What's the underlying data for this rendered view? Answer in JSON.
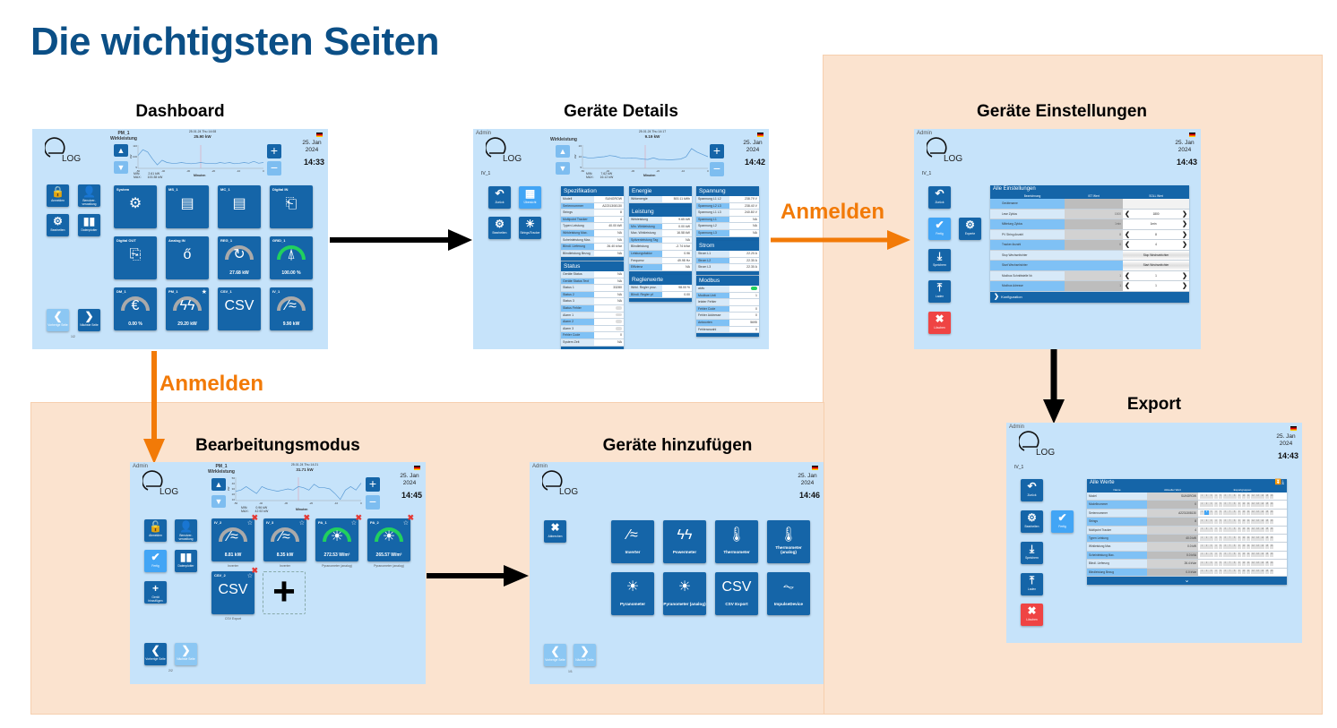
{
  "page_title": "Die wichtigsten Seiten",
  "flow": {
    "anmelden_right": "Anmelden",
    "anmelden_down": "Anmelden"
  },
  "colors": {
    "title": "#0b4f86",
    "accent_orange": "#f27a07",
    "screen_bg": "#c6e3fa",
    "tile_blue": "#1565a8",
    "zone_bg": "#fbe3cf"
  },
  "dashboard": {
    "label": "Dashboard",
    "chart_title_1": "PM_1",
    "chart_title_2": "Wirkleistung",
    "chart_cursor": "25.01.24 Thu 14:08",
    "chart_value": "25.90 kW",
    "chart_ylabel": "kW",
    "chart_xlabel": "Minuten",
    "yticks": [
      "110",
      "100",
      "5"
    ],
    "xticks": [
      "-50",
      "-40",
      "-30",
      "-20",
      "-10",
      "0"
    ],
    "min_label": "MIN:",
    "max_label": "MAX:",
    "min_value": "2.61 kW",
    "max_value": "100.38 kW",
    "date": "25. Jan",
    "year": "2024",
    "time": "14:33",
    "side": [
      {
        "icon": "lock-icon",
        "label": "Anmelden"
      },
      {
        "icon": "user-icon",
        "label": "Benutzer-verwaltung"
      },
      {
        "icon": "gear-icon",
        "label": "Bearbeiten"
      },
      {
        "icon": "bar-chart-icon",
        "label": "Datenplotter"
      }
    ],
    "prev_label": "Vorherige Seite",
    "next_label": "Nächste Seite",
    "page": "1/2",
    "tiles": [
      {
        "name": "System",
        "icon": "gears-icon",
        "value": ""
      },
      {
        "name": "MS_1",
        "icon": "server-icon",
        "value": ""
      },
      {
        "name": "MC_1",
        "icon": "server-icon",
        "value": ""
      },
      {
        "name": "Digital IN",
        "icon": "digital-in-icon",
        "value": ""
      },
      {
        "name": "Digital OUT",
        "icon": "digital-out-icon",
        "value": ""
      },
      {
        "name": "Analog IN",
        "icon": "analog-in-icon",
        "value": ""
      },
      {
        "name": "REG_1",
        "icon": "regulator-icon",
        "value": "27.68 kW"
      },
      {
        "name": "GRID_1",
        "icon": "grid-tower-icon",
        "value": "100.00 %"
      },
      {
        "name": "DM_1",
        "icon": "euro-hand-icon",
        "value": "0.00 %"
      },
      {
        "name": "PM_1",
        "icon": "powermeter-icon",
        "value": "29.20 kW"
      },
      {
        "name": "CSV_1",
        "icon": "csv-icon",
        "value": ""
      },
      {
        "name": "IV_1",
        "icon": "inverter-icon",
        "value": "9.90 kW"
      }
    ]
  },
  "details": {
    "label": "Geräte Details",
    "admin": "Admin",
    "device": "IV_1",
    "chart_title": "Wirkleistung",
    "chart_cursor": "25.01.24 Thu 14:17",
    "chart_value": "9.19 kW",
    "chart_ylabel": "kW",
    "chart_xlabel": "Minuten",
    "yticks": [
      "20",
      "10",
      "5"
    ],
    "xticks": [
      "-50",
      "-40",
      "-30",
      "-20",
      "-10",
      "0"
    ],
    "min_label": "MIN:",
    "max_label": "MAX:",
    "min_value": "7.62 kW",
    "max_value": "16.12 kW",
    "date": "25. Jan",
    "year": "2024",
    "time": "14:42",
    "side": [
      {
        "icon": "back-icon",
        "label": "Zurück"
      },
      {
        "icon": "grid-icon",
        "label": "Übersicht"
      },
      {
        "icon": "gear-icon",
        "label": "Bearbeiten"
      },
      {
        "icon": "sun-strings-icon",
        "label": "Strings/Tracker"
      }
    ],
    "panels": [
      {
        "title": "Spezifikation",
        "rows": [
          [
            "Modell",
            "SUNGROW"
          ],
          [
            "Seriennummer",
            "A2231308130"
          ],
          [
            "Strings",
            "8"
          ],
          [
            "Multipoint Tracker",
            "4"
          ],
          [
            "Typen Leistung",
            "40.00 kW"
          ],
          [
            "Wirkleistung Max.",
            "NA"
          ],
          [
            "Scheinleistung Max.",
            "NA"
          ],
          [
            "Blindl. Lieferung",
            "26.40 kVar"
          ],
          [
            "Blindleistung Bezug",
            "NA"
          ]
        ]
      },
      {
        "title": "Status",
        "rows": [
          [
            "Geräte Status",
            "NA"
          ],
          [
            "Geräte Status Text",
            "NA"
          ],
          [
            "Status 1",
            "33280"
          ],
          [
            "Status 2",
            "NA"
          ],
          [
            "Status 3",
            "NA"
          ],
          [
            "Status Fehler",
            "toggle"
          ],
          [
            "Alarm 1",
            "toggle"
          ],
          [
            "Alarm 2",
            "toggle"
          ],
          [
            "Alarm 3",
            "toggle"
          ],
          [
            "Fehler Code",
            "0"
          ],
          [
            "System Zeit",
            "NA"
          ]
        ]
      },
      {
        "title": "Energie",
        "rows": [
          [
            "Wirkenergie",
            "500.11 kWh"
          ]
        ]
      },
      {
        "title": "Leistung",
        "rows": [
          [
            "Wirkleistung",
            "9.65 kW"
          ],
          [
            "Min. Wirkleistung",
            "0.00 kW"
          ],
          [
            "Max. Wirkleistung",
            "16.58 kW"
          ],
          [
            "Spitzenleistung Tag",
            "NA"
          ],
          [
            "Blindleistung",
            "-2.74 kVar"
          ],
          [
            "Leistungsfaktor",
            "0.96"
          ],
          [
            "Frequenz",
            "49.98 Hz"
          ],
          [
            "Effizienz",
            "NA"
          ]
        ]
      },
      {
        "title": "Reglerwerte",
        "rows": [
          [
            "Wirkl. Regler proz.",
            "98.00 %"
          ],
          [
            "Blindl. Regler pf",
            "0.00"
          ]
        ]
      },
      {
        "title": "Spannung",
        "rows": [
          [
            "Spannung L1 L2",
            "238.79 V"
          ],
          [
            "Spannung L2 L3",
            "238.40 V"
          ],
          [
            "Spannung L1 L3",
            "240.80 V"
          ],
          [
            "Spannung L1",
            "NA"
          ],
          [
            "Spannung L2",
            "NA"
          ],
          [
            "Spannung L3",
            "NA"
          ]
        ]
      },
      {
        "title": "Strom",
        "rows": [
          [
            "Strom L1",
            "22.20 A"
          ],
          [
            "Strom L2",
            "22.30 A"
          ],
          [
            "Strom L3",
            "22.30 A"
          ]
        ]
      },
      {
        "title": "Modbus",
        "rows": [
          [
            "aktiv",
            "toggle-on"
          ],
          [
            "Modbus Unit",
            "1"
          ],
          [
            "letzter Fehler",
            ""
          ],
          [
            "Fehler Code",
            "0"
          ],
          [
            "Fehler Addresse",
            "0"
          ],
          [
            "Antworten",
            "5695"
          ],
          [
            "Fehleranzahl",
            "0"
          ]
        ]
      }
    ]
  },
  "settings": {
    "label": "Geräte Einstellungen",
    "admin": "Admin",
    "device": "IV_1",
    "date": "25. Jan",
    "year": "2024",
    "time": "14:43",
    "side": [
      {
        "icon": "back-icon",
        "label": "Zurück"
      },
      {
        "icon": "check-icon",
        "label": "Fertig"
      },
      {
        "icon": "gear-icon",
        "label": "Experte"
      },
      {
        "icon": "download-icon",
        "label": "Speichern"
      },
      {
        "icon": "upload-icon",
        "label": "Laden"
      },
      {
        "icon": "close-icon",
        "label": "Löschen"
      }
    ],
    "table_title": "Alle Einstellungen",
    "col_name": "Bezeichnung",
    "col_ist": "IST Wert",
    "col_soll": "SOLL Wert",
    "rows": [
      {
        "name": "Gerätename",
        "ist": "",
        "soll": "",
        "type": "text"
      },
      {
        "name": "Lese Zyklus",
        "ist": "1500",
        "soll": "1800",
        "type": "stepper"
      },
      {
        "name": "Mittelung Zyklus",
        "ist": "1min",
        "soll": "1min",
        "type": "next"
      },
      {
        "name": "PV String Anzahl",
        "ist": "8",
        "soll": "8",
        "type": "stepper"
      },
      {
        "name": "Tracker Anzahl",
        "ist": "6",
        "soll": "4",
        "type": "stepper"
      },
      {
        "name": "Stop Wechselrichter",
        "ist": "",
        "soll": "Stop Wechselrichter",
        "type": "button"
      },
      {
        "name": "Start Wechselrichter",
        "ist": "",
        "soll": "Start Wechselrichter",
        "type": "button"
      },
      {
        "name": "Modbus Schnittstelle Nr.",
        "ist": "1",
        "soll": "1",
        "type": "stepper"
      },
      {
        "name": "Modbus Adresse",
        "ist": "1",
        "soll": "1",
        "type": "stepper"
      }
    ],
    "footer": "Konfiguration"
  },
  "edit": {
    "label": "Bearbeitungsmodus",
    "admin": "Admin",
    "chart_title_1": "PM_1",
    "chart_title_2": "Wirkleistung",
    "chart_cursor": "25.01.24 Thu 14:21",
    "chart_value": "31.71 kW",
    "chart_ylabel": "kW",
    "chart_xlabel": "Minuten",
    "yticks": [
      "50",
      "40",
      "30",
      "20",
      "10"
    ],
    "xticks": [
      "-50",
      "-40",
      "-30",
      "-20",
      "-10",
      "0"
    ],
    "min_label": "MIN:",
    "max_label": "MAX:",
    "min_value": "0.96 kW",
    "max_value": "42.92 kW",
    "date": "25. Jan",
    "year": "2024",
    "time": "14:45",
    "side": [
      {
        "icon": "unlock-icon",
        "label": "Abmelden"
      },
      {
        "icon": "user-icon",
        "label": "Benutzer-verwaltung"
      },
      {
        "icon": "check-icon",
        "label": "Fertig"
      },
      {
        "icon": "bar-chart-icon",
        "label": "Datenplotter"
      },
      {
        "icon": "plus-icon",
        "label": "Gerät hinzufügen"
      }
    ],
    "prev_label": "Vorherige Seite",
    "next_label": "Nächste Seite",
    "page": "2/2",
    "tiles": [
      {
        "name": "IV_2",
        "value": "8.81 kW",
        "caption": "Inverter",
        "icon": "inverter-icon"
      },
      {
        "name": "IV_3",
        "value": "8.35 kW",
        "caption": "Inverter",
        "icon": "inverter-icon"
      },
      {
        "name": "PA_1",
        "value": "272.53 W/m²",
        "caption": "Pyranometer (analog)",
        "icon": "sun-icon"
      },
      {
        "name": "PA_2",
        "value": "265.57 W/m²",
        "caption": "Pyranometer (analog)",
        "icon": "sun-icon"
      },
      {
        "name": "CSV_2",
        "value": "",
        "caption": "CSV Export",
        "icon": "csv-icon"
      }
    ]
  },
  "add": {
    "label": "Geräte hinzufügen",
    "admin": "Admin",
    "date": "25. Jan",
    "year": "2024",
    "time": "14:46",
    "cancel": "Abbrechen",
    "prev_label": "Vorherige Seite",
    "next_label": "Nächste Seite",
    "page": "1/1",
    "types": [
      {
        "name": "Inverter",
        "icon": "inverter-icon"
      },
      {
        "name": "Powermeter",
        "icon": "powermeter-icon"
      },
      {
        "name": "Thermometer",
        "icon": "thermometer-icon"
      },
      {
        "name": "Thermometer (analog)",
        "icon": "thermometer-icon"
      },
      {
        "name": "Pyranometer",
        "icon": "sun-icon"
      },
      {
        "name": "Pyranometer (analog)",
        "icon": "sun-icon"
      },
      {
        "name": "CSV Export",
        "icon": "csv-icon"
      },
      {
        "name": "ImpulseDevice",
        "icon": "pulse-icon"
      }
    ]
  },
  "export": {
    "label": "Export",
    "admin": "Admin",
    "device": "IV_1",
    "date": "25. Jan",
    "year": "2024",
    "time": "14:43",
    "side": [
      {
        "icon": "back-icon",
        "label": "Zurück"
      },
      {
        "icon": "gear-icon",
        "label": "Bearbeiten"
      },
      {
        "icon": "check-icon",
        "label": "Fertig"
      },
      {
        "icon": "download-icon",
        "label": "Speichern"
      },
      {
        "icon": "upload-icon",
        "label": "Laden"
      },
      {
        "icon": "close-icon",
        "label": "Löschen"
      }
    ],
    "table_title": "Alle Werte",
    "col_name": "Name",
    "col_val": "Aktueller Wert",
    "col_groups": "Exportgruppen",
    "groups": [
      "1",
      "2",
      "3",
      "4",
      "5",
      "6",
      "7",
      "8",
      "9",
      "10",
      "11",
      "12",
      "13",
      "14",
      "15",
      "16"
    ],
    "rows": [
      {
        "name": "Model",
        "value": "SUNGROW",
        "sel": 0
      },
      {
        "name": "Modellnummer",
        "value": "0",
        "sel": 0
      },
      {
        "name": "Seriennummer",
        "value": "A2231308130",
        "sel": 2
      },
      {
        "name": "Strings",
        "value": "8",
        "sel": 0
      },
      {
        "name": "Multipoint Tracker",
        "value": "4",
        "sel": 0
      },
      {
        "name": "Typen Leistung",
        "value": "40.0 kW",
        "sel": 0
      },
      {
        "name": "Wirkleistung Max.",
        "value": "0.0 kW",
        "sel": 0
      },
      {
        "name": "Scheinleistung Max.",
        "value": "0.0 kVA",
        "sel": 0
      },
      {
        "name": "Blindl. Lieferung",
        "value": "26.4 kVar",
        "sel": 0
      },
      {
        "name": "Blindleistung Bezug",
        "value": "0.0 kVar",
        "sel": 0
      }
    ]
  }
}
